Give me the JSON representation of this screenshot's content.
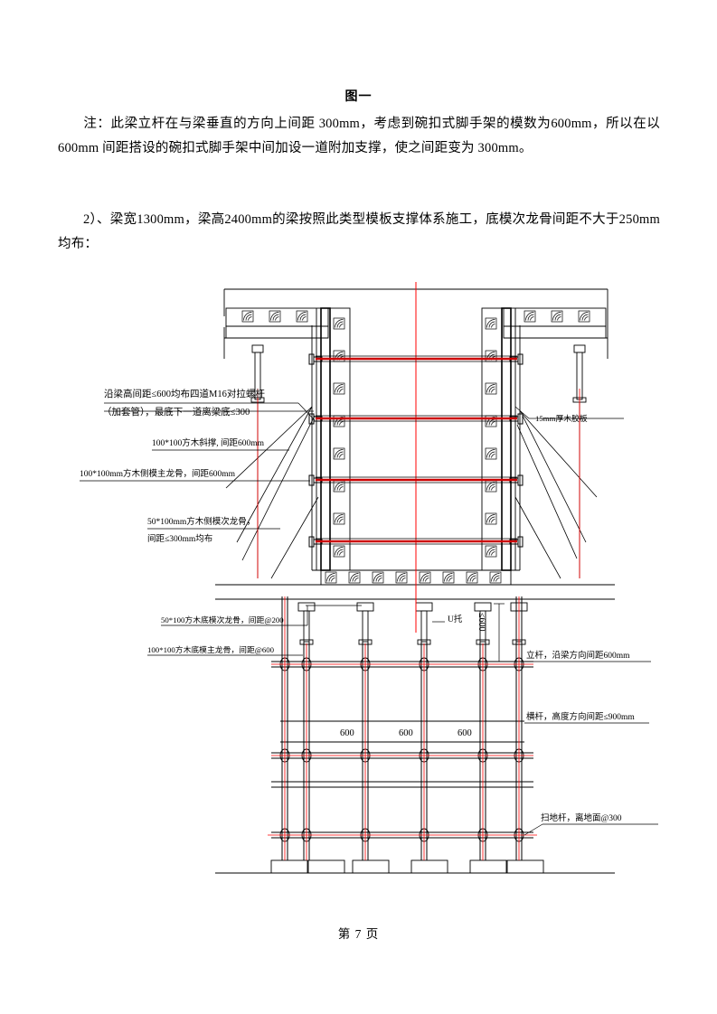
{
  "document": {
    "figure_title": "图一",
    "note_paragraph": "注：此梁立杆在与梁垂直的方向上间距 300mm，考虑到碗扣式脚手架的模数为600mm，所以在以 600mm 间距搭设的碗扣式脚手架中间加设一道附加支撑，使之间距变为 300mm。",
    "item_paragraph": "2）、梁宽1300mm，梁高2400mm的梁按照此类型模板支撑体系施工，底模次龙骨间距不大于250mm均布：",
    "footer": "第 7 页"
  },
  "diagram": {
    "name": "beam-formwork-support-section",
    "annotations": {
      "tie_rod_line1": "沿梁高间距≤600均布四道M16对拉螺杆",
      "tie_rod_line2": "（加套管），最底下一道离梁底≤300",
      "diagonal_brace": "100*100方木斜撑, 间距600mm",
      "side_main_joist": "100*100mm方木侧模主龙骨，间距600mm",
      "side_sec_joist_line1": "50*100mm方木侧模次龙骨，",
      "side_sec_joist_line2": "间距≤300mm均布",
      "plywood": "15mm厚木胶板",
      "bottom_sec_joist": "50*100方木底模次龙骨，间距@200",
      "bottom_main_joist": "100*100方木底模主龙骨，间距@600",
      "u_head": "U托",
      "u_head_dim": "≤600",
      "standard_post": "立杆，沿梁方向间距600mm",
      "ledger": "横杆，高度方向间距≤900mm",
      "sweeper_bar": "扫地杆，离地面@300"
    },
    "dimensions": {
      "bay_1": "600",
      "bay_2": "600",
      "bay_3": "600"
    },
    "colors": {
      "centerline": "#ff0000",
      "tie_rod": "#cc0000",
      "post_axis": "#ff0000",
      "line": "#000000"
    }
  }
}
